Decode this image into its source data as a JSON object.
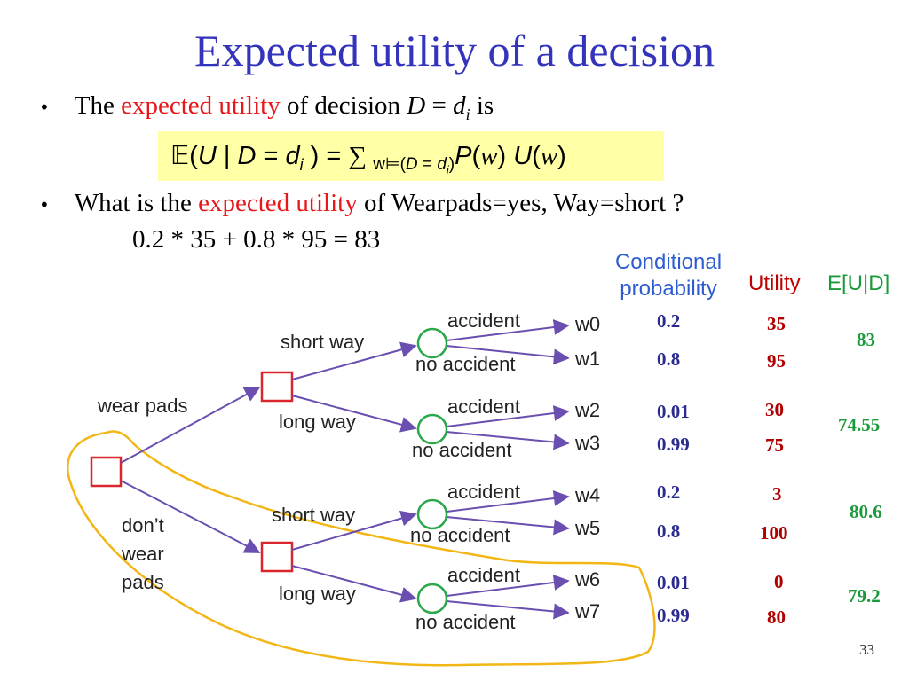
{
  "title": "Expected utility of a decision",
  "bullet1": {
    "pre": "The ",
    "hl": "expected utility",
    "post": "  of decision ",
    "var": "D",
    "eq": " = ",
    "d": "d",
    "i": "i",
    "end": " is"
  },
  "formula": {
    "e": "𝔼",
    "lp": "(",
    "U": "U",
    "bar": " | ",
    "D": "D",
    "eq": " = ",
    "d": "d",
    "i": "i",
    "rp": " ) = ",
    "sum": "∑",
    "w": "w",
    "models": "⊨",
    "paren1": "(",
    "D2": "D",
    "eq2": " = ",
    "d2": "d",
    "i2": "i",
    "paren2": ")",
    "P": "P",
    "pw": "(",
    "wv": "w",
    "pwc": ")",
    "U2": " U",
    "uw": "(",
    "wv2": "w",
    "uwc": ")"
  },
  "bullet2": {
    "pre": "What is the ",
    "hl": "expected utility",
    "post": " of Wearpads=yes, Way=short ?",
    "calc": "0.2 * 35 + 0.8 * 95 = 83"
  },
  "columns": {
    "cond_line1": "Conditional",
    "cond_line2": "probability",
    "utility": "Utility",
    "eud": "E[U|D]"
  },
  "tree": {
    "root_labels": {
      "wear": "wear pads",
      "dont1": "don’t",
      "dont2": "wear",
      "dont3": "pads"
    },
    "way_labels": [
      "short way",
      "long way",
      "short way",
      "long way"
    ],
    "chance_labels": [
      "accident",
      "no accident",
      "accident",
      "no accident",
      "accident",
      "no accident",
      "accident",
      "no accident"
    ],
    "worlds": [
      "w0",
      "w1",
      "w2",
      "w3",
      "w4",
      "w5",
      "w6",
      "w7"
    ]
  },
  "probabilities": [
    "0.2",
    "0.8",
    "0.01",
    "0.99",
    "0.2",
    "0.8",
    "0.01",
    "0.99"
  ],
  "utilities": [
    "35",
    "95",
    "30",
    "75",
    "3",
    "100",
    "0",
    "80"
  ],
  "expected_utilities": [
    "83",
    "74.55",
    "80.6",
    "79.2"
  ],
  "page_number": "33",
  "colors": {
    "title": "#3333bb",
    "highlight": "#e8171a",
    "formula_bg": "#ffffa6",
    "arrow": "#6a4fb0",
    "decision": "#d9262c",
    "chance": "#2aa84a",
    "loop": "#f2b716",
    "probability": "#2b2b8f",
    "utility": "#b00000",
    "expected": "#1a9a3a"
  }
}
